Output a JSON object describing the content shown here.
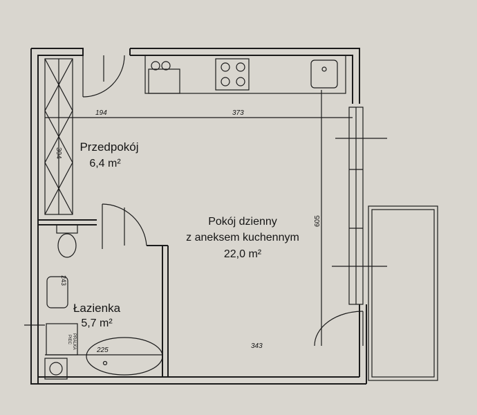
{
  "rooms": {
    "hall": {
      "name": "Przedpokój",
      "area": "6,4 m²"
    },
    "living": {
      "name_line1": "Pokój dzienny",
      "name_line2": "z aneksem kuchennym",
      "area": "22,0 m²"
    },
    "bath": {
      "name": "Łazienka",
      "area": "5,7 m²"
    }
  },
  "dimensions": {
    "d194": "194",
    "d373": "373",
    "d304": "304",
    "d605": "605",
    "d243": "243",
    "d225": "225",
    "d343": "343"
  },
  "fixtures": {
    "washer": "PRALKA",
    "furnace": "PIEC"
  },
  "colors": {
    "paper": "#d9d6cf",
    "ink": "#1b1b1b"
  }
}
